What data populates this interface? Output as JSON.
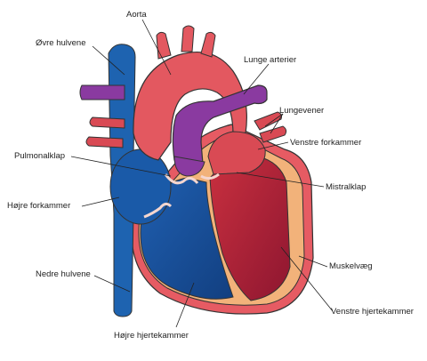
{
  "labels": {
    "aorta": "Aorta",
    "ovre_hulvene": "Øvre hulvene",
    "lunge_arterier": "Lunge arterier",
    "lungevener": "Lungevener",
    "venstre_forkammer": "Venstre forkammer",
    "pulmonalklap": "Pulmonalklap",
    "mistralklap": "Mistralklap",
    "hojre_forkammer": "Højre forkammer",
    "muskelvaeg": "Muskelvæg",
    "nedre_hulvene": "Nedre hulvene",
    "venstre_hjertekammer": "Venstre hjertekammer",
    "hojre_hjertekammer": "Højre  hjertekammer"
  },
  "colors": {
    "vena_cava": "#1e63b0",
    "right_heart": "#1a4f9a",
    "aorta": "#e35860",
    "pulmonary_artery": "#8a3aa0",
    "pulmonary_vein": "#d94a54",
    "left_ventricle": "#b5203a",
    "muscle_wall": "#f2b27a",
    "outer_wall": "#e65b63"
  }
}
